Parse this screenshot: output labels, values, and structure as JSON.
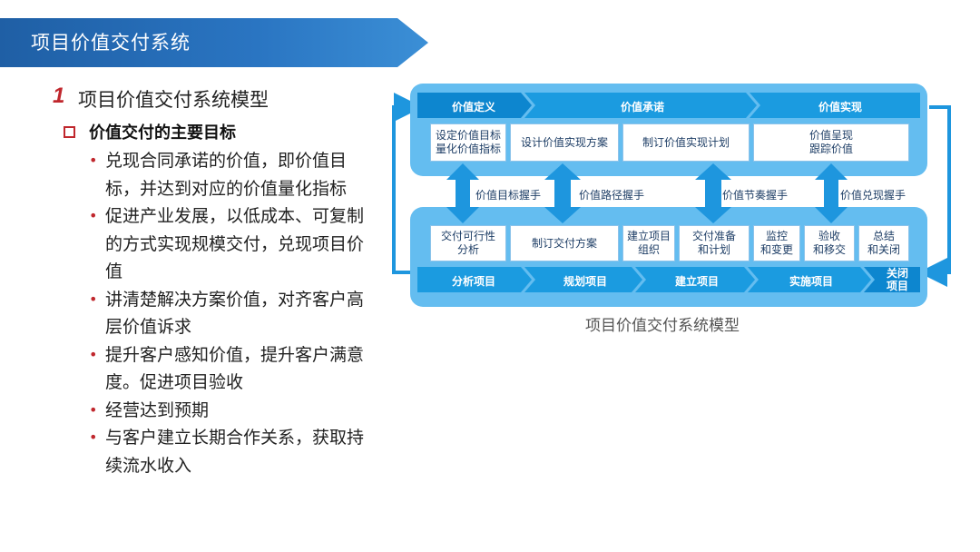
{
  "header": {
    "title": "项目价值交付系统"
  },
  "section": {
    "number": "1",
    "title": "项目价值交付系统模型"
  },
  "subsection": {
    "title": "价值交付的主要目标"
  },
  "bullets": [
    "兑现合同承诺的价值，即价值目标，并达到对应的价值量化指标",
    "促进产业发展，以低成本、可复制的方式实现规模交付，兑现项目价值",
    "讲清楚解决方案价值，对齐客户高层价值诉求",
    "提升客户感知价值，提升客户满意度。促进项目验收",
    "经营达到预期",
    "与客户建立长期合作关系，获取持续流水收入"
  ],
  "diagram": {
    "top_bands": [
      "价值定义",
      "价值承诺",
      "价值实现"
    ],
    "top_cells": [
      "设定价值目标\n量化价值指标",
      "设计价值实现方案",
      "制订价值实现计划",
      "价值呈现\n跟踪价值"
    ],
    "handshakes": [
      "价值目标握手",
      "价值路径握手",
      "价值节奏握手",
      "价值兑现握手"
    ],
    "bottom_cells": [
      "交付可行性\n分析",
      "制订交付方案",
      "建立项目\n组织",
      "交付准备\n和计划",
      "监控\n和变更",
      "验收\n和移交",
      "总结\n和关闭"
    ],
    "bottom_bands": [
      "分析项目",
      "规划项目",
      "建立项目",
      "实施项目",
      "关闭\n项目"
    ],
    "caption": "项目价值交付系统模型",
    "colors": {
      "outer": "#64bdf0",
      "band": "#1b9be0",
      "band_dark": "#0d86cf",
      "arrow": "#1e96de"
    }
  }
}
